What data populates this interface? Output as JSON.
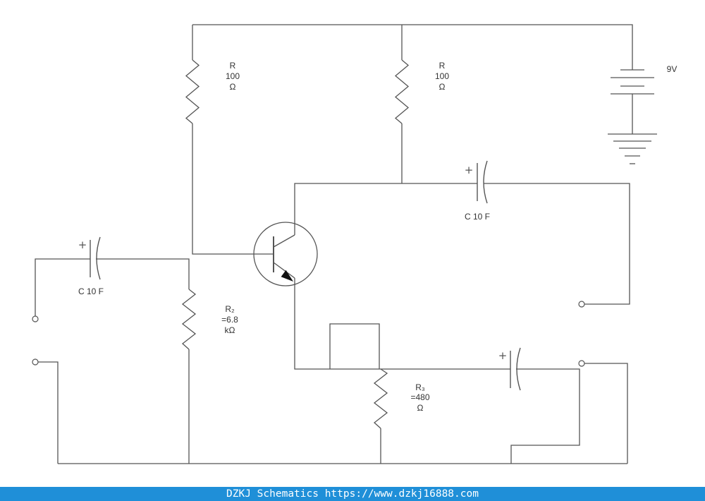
{
  "diagram": {
    "resistors": {
      "r_top_left": {
        "lines": [
          "R",
          "100",
          "Ω"
        ]
      },
      "r_top_right": {
        "lines": [
          "R",
          "100",
          "Ω"
        ]
      },
      "r2": {
        "lines": [
          "R₂",
          "=6.8",
          "kΩ"
        ]
      },
      "r3": {
        "lines": [
          "R₃",
          "=480",
          "Ω"
        ]
      }
    },
    "capacitors": {
      "c_input": {
        "label": "C 10 F",
        "polarity": "+"
      },
      "c_output": {
        "label": "C 10 F",
        "polarity": "+"
      },
      "c_emitter": {
        "polarity": "+"
      }
    },
    "battery": {
      "label": "9V"
    }
  },
  "footer": {
    "text": "DZKJ Schematics https://www.dzkj16888.com"
  },
  "colors": {
    "wire": "#555555",
    "text": "#333333",
    "footer": "#1f8fd8"
  }
}
